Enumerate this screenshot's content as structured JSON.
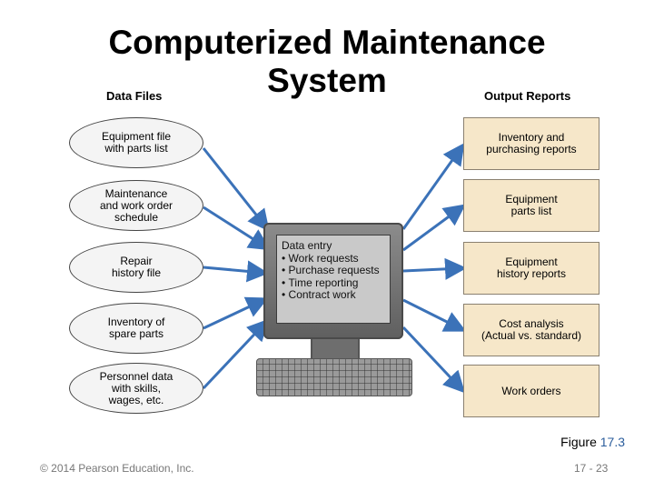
{
  "title": "Computerized Maintenance\nSystem",
  "headers": {
    "left": "Data Files",
    "right": "Output Reports"
  },
  "data_files": [
    "Equipment file\nwith parts list",
    "Maintenance\nand work order\nschedule",
    "Repair\nhistory file",
    "Inventory of\nspare parts",
    "Personnel data\nwith skills,\nwages, etc."
  ],
  "output_reports": [
    "Inventory and\npurchasing reports",
    "Equipment\nparts list",
    "Equipment\nhistory reports",
    "Cost analysis\n(Actual vs. standard)",
    "Work orders"
  ],
  "screen": {
    "heading": "Data entry",
    "items": [
      "Work requests",
      "Purchase requests",
      "Time reporting",
      "Contract work"
    ]
  },
  "figure": {
    "label": "Figure",
    "number": "17.3"
  },
  "footer": {
    "copyright": "© 2014 Pearson Education, Inc.",
    "page": "17 - 23"
  },
  "colors": {
    "arrow": "#3b72b8",
    "report_box": "#f6e7c9"
  }
}
